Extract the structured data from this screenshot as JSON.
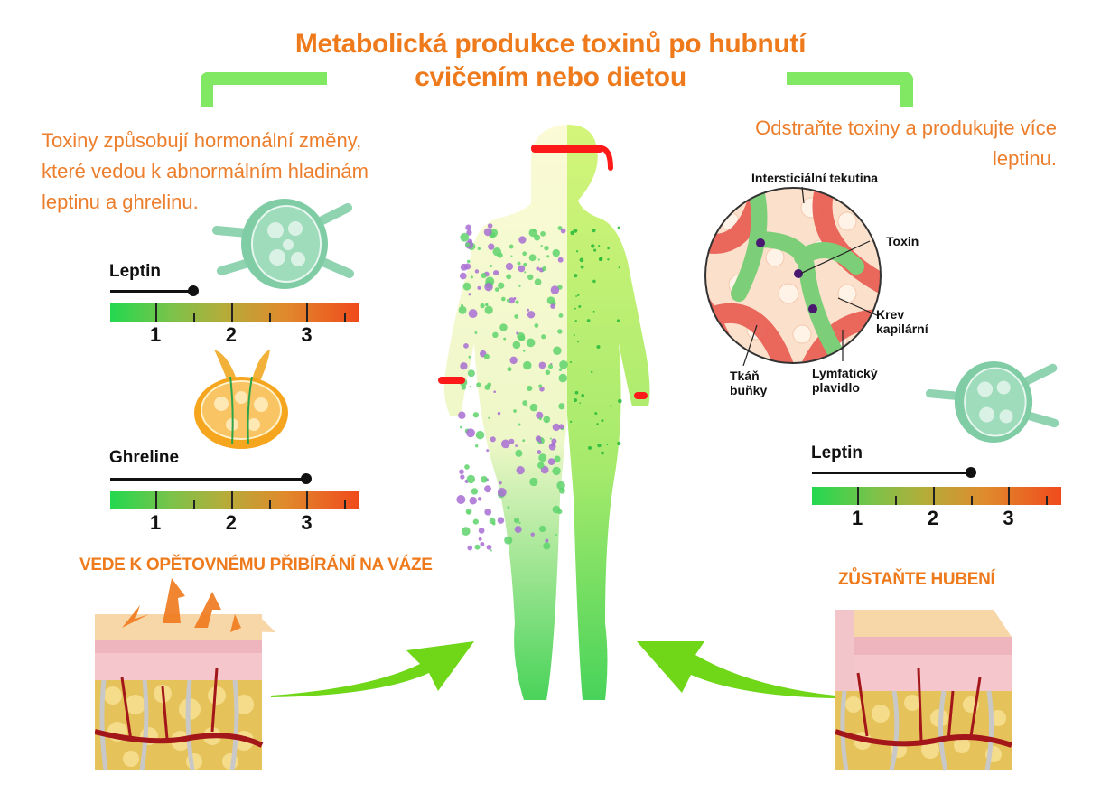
{
  "title": {
    "line1": "Metabolická produkce toxinů po hubnutí",
    "line2": "cvičením nebo dietou"
  },
  "left": {
    "description": [
      "Toxiny způsobují hormonální změny,",
      "které vedou k abnormálním hladinám",
      "leptinu a ghrelinu."
    ],
    "leptin": {
      "label": "Leptin",
      "level": 1.5
    },
    "ghrelin": {
      "label": "Ghreline",
      "level": 3.0
    },
    "bottom_caption": "VEDE K OPĚTOVNÉMU PŘIBÍRÁNÍ NA VÁZE"
  },
  "right": {
    "description": [
      "Odstraňte toxiny a produkujte více",
      "leptinu."
    ],
    "diagram_labels": {
      "interstitial": "Intersticiální tekutina",
      "toxin": "Toxin",
      "blood_1": "Krev",
      "blood_2": "kapilární",
      "tissue_1": "Tkáň",
      "tissue_2": "buňky",
      "lymph_1": "Lymfatický",
      "lymph_2": "plavidlo"
    },
    "leptin": {
      "label": "Leptin",
      "level": 2.5
    },
    "bottom_caption": "ZŮSTAŇTE HUBENÍ"
  },
  "scale": {
    "ticks": [
      "1",
      "2",
      "3"
    ],
    "min": 0.4,
    "max": 3.7
  },
  "icons": {
    "figure": "human-silhouette-icon",
    "gland_green": "lymph-node-icon",
    "gland_orange": "gland-icon",
    "skin_fat": "skin-cross-section-icon"
  },
  "colors": {
    "title_orange": "#ee7a1c",
    "bracket_green": "#80e862",
    "arrow_green": "#6fd618",
    "band_red": "#ff1a1a"
  }
}
